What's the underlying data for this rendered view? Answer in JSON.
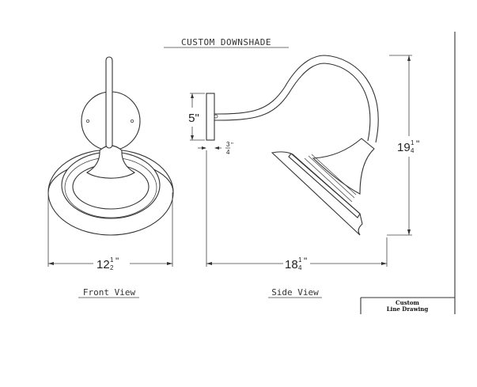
{
  "title": "CUSTOM DOWNSHADE",
  "front_view": {
    "label": "Front View",
    "width_dimension": {
      "whole": "12",
      "num": "1",
      "den": "2",
      "unit": "\""
    }
  },
  "side_view": {
    "label": "Side View",
    "plate_height": "5\"",
    "plate_depth": {
      "num": "3",
      "den": "4",
      "unit": "\""
    },
    "projection": {
      "whole": "18",
      "num": "1",
      "den": "4",
      "unit": "\""
    },
    "height": {
      "whole": "19",
      "num": "1",
      "den": "4",
      "unit": "\""
    }
  },
  "title_block": {
    "line1": "Custom",
    "line2": "Line Drawing"
  }
}
